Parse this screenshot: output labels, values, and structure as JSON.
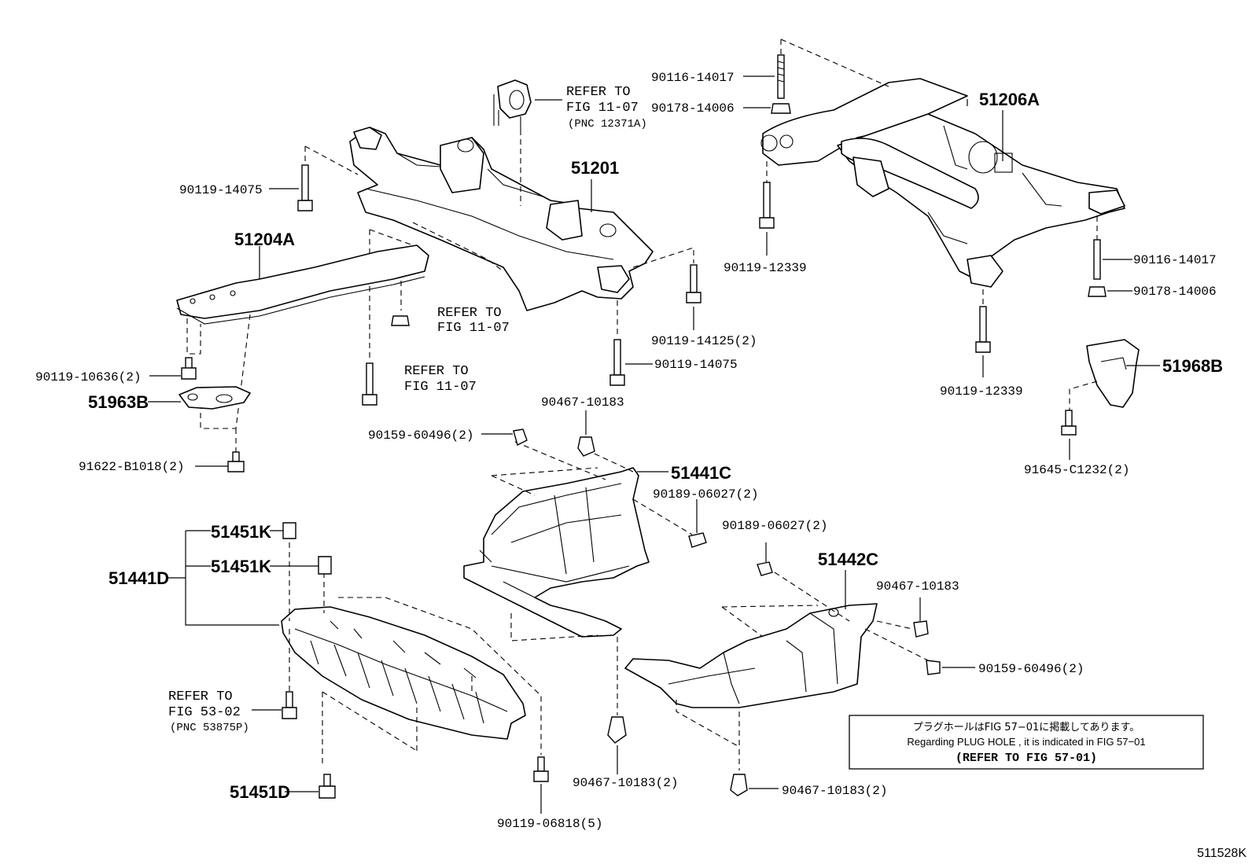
{
  "labels": {
    "p_90116_14017_top": "90116-14017",
    "p_90178_14006_top": "90178-14006",
    "p_51206A": "51206A",
    "p_90119_12339_a": "90119-12339",
    "p_90116_14017_right": "90116-14017",
    "p_90178_14006_right": "90178-14006",
    "p_90119_12339_b": "90119-12339",
    "p_51968B": "51968B",
    "p_91645_C1232": "91645-C1232(2)",
    "p_51201": "51201",
    "p_90119_14075_a": "90119-14075",
    "p_51204A": "51204A",
    "p_90119_14125": "90119-14125(2)",
    "p_90119_14075_b": "90119-14075",
    "p_90119_10636": "90119-10636(2)",
    "p_51963B": "51963B",
    "p_91622_B1018": "91622-B1018(2)",
    "p_90467_10183_a": "90467-10183",
    "p_90159_60496_a": "90159-60496(2)",
    "p_51441C": "51441C",
    "p_90189_06027_a": "90189-06027(2)",
    "p_90189_06027_b": "90189-06027(2)",
    "p_51442C": "51442C",
    "p_90467_10183_b": "90467-10183",
    "p_90159_60496_b": "90159-60496(2)",
    "p_51451K_a": "51451K",
    "p_51451K_b": "51451K",
    "p_51441D": "51441D",
    "p_51451D": "51451D",
    "p_90119_06818": "90119-06818(5)",
    "p_90467_10183_c": "90467-10183(2)",
    "p_90467_10183_d": "90467-10183(2)"
  },
  "refs": {
    "ref1": {
      "line1": "REFER TO",
      "line2": "FIG 11-07",
      "line3": "(PNC 12371A)"
    },
    "ref2": {
      "line1": "REFER TO",
      "line2": "FIG 11-07"
    },
    "ref3": {
      "line1": "REFER TO",
      "line2": "FIG 11-07"
    },
    "ref4": {
      "line1": "REFER TO",
      "line2": "FIG 53-02",
      "line3": "(PNC 53875P)"
    }
  },
  "note": {
    "jp": "プラグホールはFIG 57−01に掲載してあります。",
    "en": "Regarding PLUG HOLE , it is indicated in FIG 57−01",
    "ref": "(REFER TO FIG 57-01)"
  },
  "drawing_code": "511528K"
}
